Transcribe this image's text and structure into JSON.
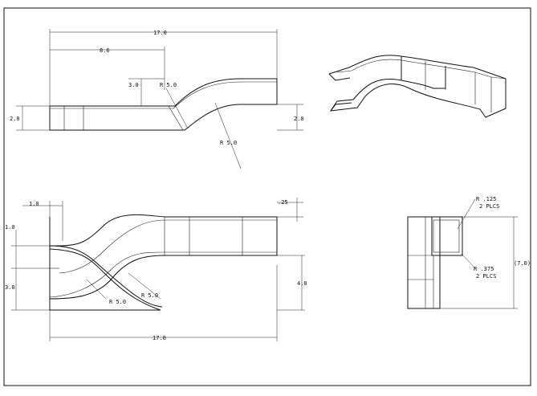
{
  "dimensions": {
    "side_overall": "17.0",
    "side_partial": "8.6",
    "side_rise": "3.0",
    "side_radius_inner": "R 5.0",
    "side_left_height": "2.0",
    "side_right_height": "2.0",
    "side_radius_outer": "R 5.0",
    "top_flange": "1.0",
    "top_wall": ".25",
    "top_left_a": "1.0",
    "top_left_b": "3.0",
    "top_radius_a": "R 5.0",
    "top_radius_b": "R 5.0",
    "top_right_height": "4.0",
    "top_overall": "17.0",
    "end_radius_small": "R .125",
    "end_radius_small_qty": "2 PLCS",
    "end_radius_large": "R .375",
    "end_radius_large_qty": "2 PLCS",
    "end_height": "(7.0)"
  }
}
